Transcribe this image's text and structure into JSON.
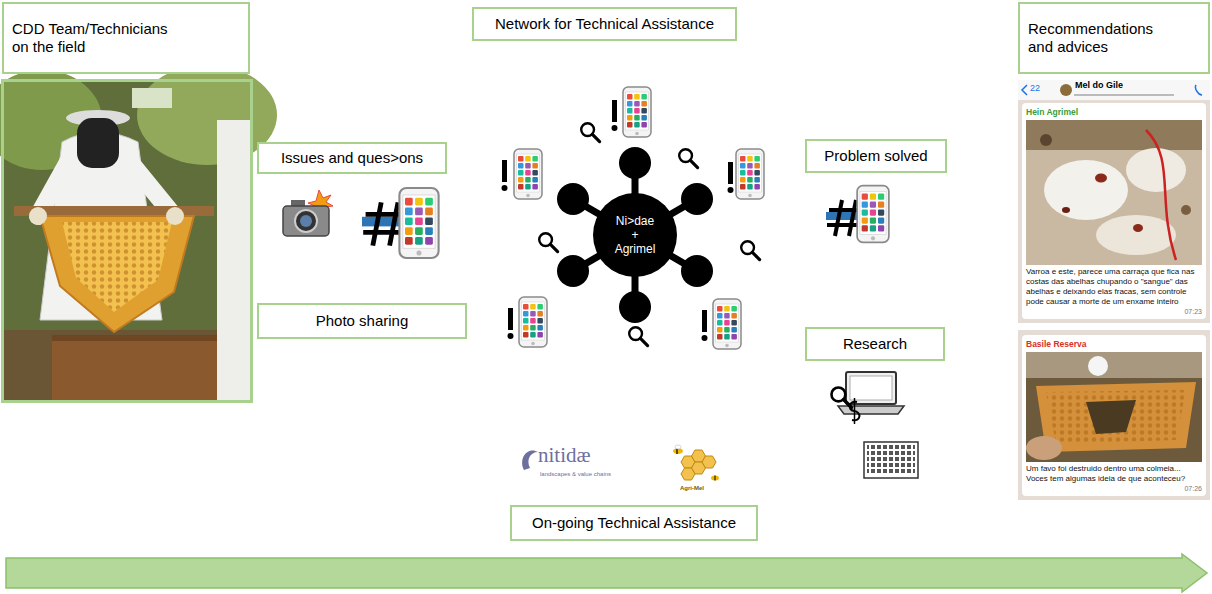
{
  "diagram": {
    "nodes": [
      {
        "text": [
          "CDD Team/Technicians on the field"
        ]
      },
      {
        "text": [
          "Network for Technical Assistance"
        ]
      },
      {
        "text": [
          "Recommendations and advices"
        ]
      },
      {
        "text": [
          "Issues and ques>ons"
        ]
      },
      {
        "text": [
          "Ni>dae + Agrimel"
        ]
      },
      {
        "text": [
          "Problem solved"
        ]
      },
      {
        "text": [
          "Photo sharing"
        ]
      },
      {
        "text": [
          "Research"
        ]
      },
      {
        "text": [
          "On-going Technical Assistance"
        ]
      },
      {
        "text": [
          "Hein Agrimel",
          "Varroa e este, parece uma carraça que fica nas costas das abelhas chupando o \"sangue\" das abelhas e deixando elas fracas, sem controle pode causar a morte de um enxame inteiro",
          "07:23"
        ]
      },
      {
        "text": [
          "Basile Reserva",
          "Um favo foi destruido dentro uma colmeia... Voces tem algumas ideia de que aconteceu?",
          "07:26"
        ]
      }
    ],
    "labels": [
      "22",
      "Mel do Gile",
      "nitidæ",
      "landscapes & value chains",
      "Agri-Mel"
    ]
  }
}
